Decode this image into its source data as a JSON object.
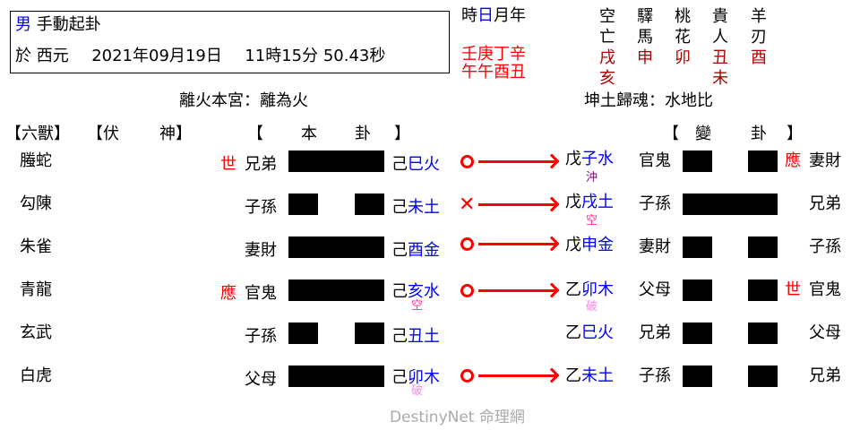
{
  "header": {
    "gender": "男",
    "method": "手動起卦",
    "date_prefix": "於 西元",
    "date": "2021年09月19日",
    "time": "11時15分 50.43秒"
  },
  "pillars": {
    "labels": [
      "時",
      "日",
      "月",
      "年"
    ],
    "stems": "壬庚丁辛",
    "branches": "午午酉丑"
  },
  "shensha": [
    {
      "name_top": "空",
      "name_bottom": "亡",
      "values": [
        "戌",
        "亥"
      ]
    },
    {
      "name_top": "驛",
      "name_bottom": "馬",
      "values": [
        "申"
      ]
    },
    {
      "name_top": "桃",
      "name_bottom": "花",
      "values": [
        "卯"
      ]
    },
    {
      "name_top": "貴",
      "name_bottom": "人",
      "values": [
        "丑",
        "未"
      ]
    },
    {
      "name_top": "羊",
      "name_bottom": "刃",
      "values": [
        "酉"
      ]
    }
  ],
  "hexagrams": {
    "main_palace": "離火本宮：離為火",
    "changed_palace": "坤土歸魂：水地比"
  },
  "column_headers": {
    "six_beasts": "【六獸】",
    "hidden_spirit_open": "【伏",
    "hidden_spirit_close": "神】",
    "main_open": "【",
    "main_1": "本",
    "main_2": "卦",
    "main_close": "】",
    "changed_open": "【",
    "changed_1": "變",
    "changed_2": "卦",
    "changed_close": "】"
  },
  "lines": [
    {
      "beast": "螣蛇",
      "main_marker": "世",
      "main_relation": "兄弟",
      "main_type": "yang",
      "main_stem": "己",
      "main_branch": "巳火",
      "main_note": "",
      "move": "circle",
      "changed_stem": "戊",
      "changed_branch": "子水",
      "changed_note": "沖",
      "changed_relation": "官鬼",
      "changed_type": "yin",
      "changed_marker": "應",
      "changed_right_relation": "妻財"
    },
    {
      "beast": "勾陳",
      "main_marker": "",
      "main_relation": "子孫",
      "main_type": "yin",
      "main_stem": "己",
      "main_branch": "未土",
      "main_note": "",
      "move": "cross",
      "changed_stem": "戊",
      "changed_branch": "戌土",
      "changed_note": "空",
      "changed_relation": "子孫",
      "changed_type": "yang",
      "changed_marker": "",
      "changed_right_relation": "兄弟"
    },
    {
      "beast": "朱雀",
      "main_marker": "",
      "main_relation": "妻財",
      "main_type": "yang",
      "main_stem": "己",
      "main_branch": "酉金",
      "main_note": "",
      "move": "circle",
      "changed_stem": "戊",
      "changed_branch": "申金",
      "changed_note": "",
      "changed_relation": "妻財",
      "changed_type": "yin",
      "changed_marker": "",
      "changed_right_relation": "子孫"
    },
    {
      "beast": "青龍",
      "main_marker": "應",
      "main_relation": "官鬼",
      "main_type": "yang",
      "main_stem": "己",
      "main_branch": "亥水",
      "main_note": "空",
      "move": "circle",
      "changed_stem": "乙",
      "changed_branch": "卯木",
      "changed_note": "破",
      "changed_relation": "父母",
      "changed_type": "yin",
      "changed_marker": "世",
      "changed_right_relation": "官鬼"
    },
    {
      "beast": "玄武",
      "main_marker": "",
      "main_relation": "子孫",
      "main_type": "yin",
      "main_stem": "己",
      "main_branch": "丑土",
      "main_note": "",
      "move": "",
      "changed_stem": "乙",
      "changed_branch": "巳火",
      "changed_note": "",
      "changed_relation": "兄弟",
      "changed_type": "yin",
      "changed_marker": "",
      "changed_right_relation": "父母"
    },
    {
      "beast": "白虎",
      "main_marker": "",
      "main_relation": "父母",
      "main_type": "yang",
      "main_stem": "己",
      "main_branch": "卯木",
      "main_note": "破",
      "move": "circle",
      "changed_stem": "乙",
      "changed_branch": "未土",
      "changed_note": "",
      "changed_relation": "子孫",
      "changed_type": "yin",
      "changed_marker": "",
      "changed_right_relation": "兄弟"
    }
  ],
  "watermark": "DestinyNet 命理網",
  "colors": {
    "accent_red": "#ff0000",
    "branch_blue": "#0000ff",
    "shensha_darkred": "#b00000",
    "chong_purple": "#880088",
    "kong_pink": "#ff3399",
    "po_pink": "#ff88ee"
  }
}
